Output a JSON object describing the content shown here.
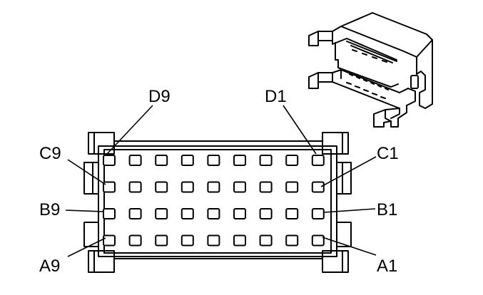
{
  "connector": {
    "labels": {
      "d9": "D9",
      "d1": "D1",
      "c9": "C9",
      "c1": "C1",
      "b9": "B9",
      "b1": "B1",
      "a9": "A9",
      "a1": "A1"
    },
    "rows": [
      "D",
      "C",
      "B",
      "A"
    ],
    "pins_per_row": 9
  }
}
